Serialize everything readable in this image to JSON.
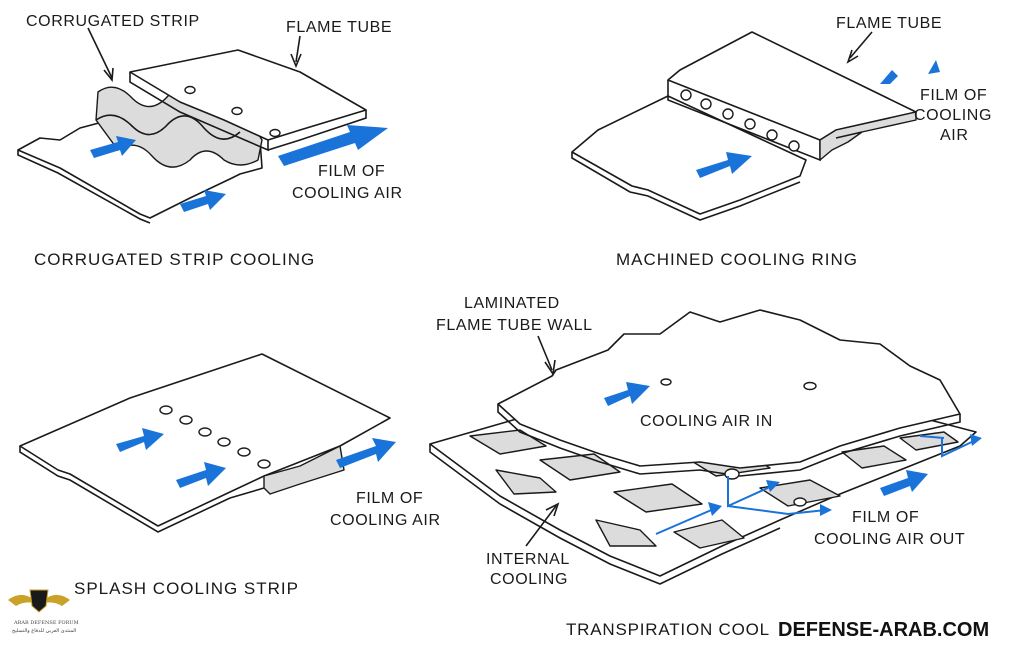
{
  "corrugated": {
    "label_strip": "CORRUGATED STRIP",
    "label_tube": "FLAME TUBE",
    "label_film_1": "FILM OF",
    "label_film_2": "COOLING AIR",
    "caption": "CORRUGATED STRIP COOLING"
  },
  "machined": {
    "label_tube": "FLAME TUBE",
    "label_film_1": "FILM OF",
    "label_film_2": "COOLING",
    "label_film_3": "AIR",
    "caption": "MACHINED COOLING RING"
  },
  "splash": {
    "label_film_1": "FILM OF",
    "label_film_2": "COOLING AIR",
    "caption": "SPLASH  COOLING STRIP"
  },
  "transpiration": {
    "label_wall_1": "LAMINATED",
    "label_wall_2": "FLAME TUBE WALL",
    "label_in": "COOLING AIR IN",
    "label_out_1": "FILM OF",
    "label_out_2": "COOLING AIR OUT",
    "label_internal_1": "INTERNAL",
    "label_internal_2": "COOLING",
    "caption_prefix": "TRANSPIRATION COOL",
    "watermark": "DEFENSE-ARAB.COM"
  },
  "logo": {
    "text_en": "ARAB DEFENSE FORUM",
    "text_ar": "المنتدى العربي للدفاع والتسليح"
  },
  "colors": {
    "arrow": "#1a73d9",
    "line": "#1a1a1a",
    "logo_gold": "#c9a227"
  }
}
